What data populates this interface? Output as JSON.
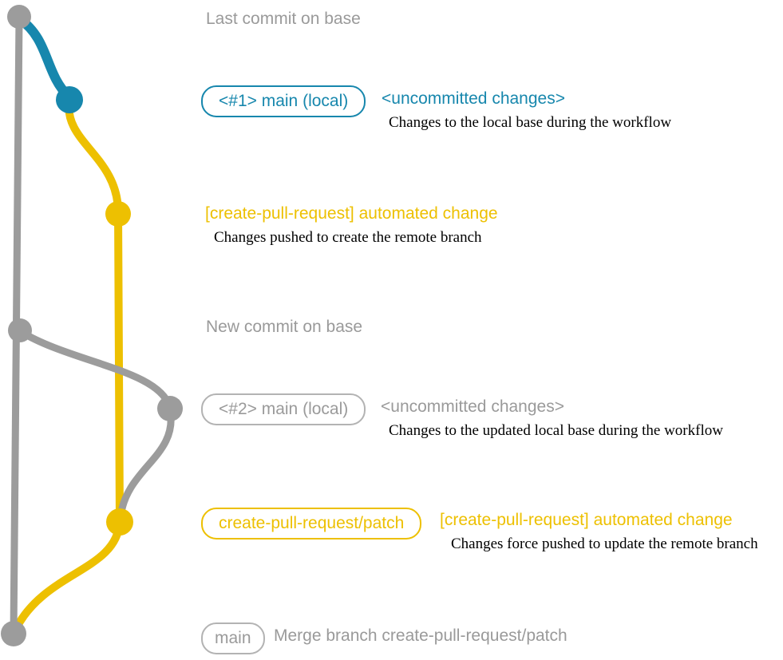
{
  "diagram": {
    "type": "git-graph",
    "branches": [
      {
        "name": "base",
        "color": "#9C9C9C"
      },
      {
        "name": "main (local)",
        "color": "#1787AD"
      },
      {
        "name": "create-pull-request/patch",
        "color": "#EDC001"
      }
    ],
    "commits": [
      {
        "id": "base-tip",
        "branch": "base",
        "label": "Last commit on base"
      },
      {
        "id": "local-1",
        "branch": "main (local)",
        "label": "<#1> main (local)",
        "status": "<uncommitted changes>"
      },
      {
        "id": "patch-1",
        "branch": "create-pull-request/patch",
        "label": "[create-pull-request] automated change"
      },
      {
        "id": "base-new",
        "branch": "base",
        "label": "New commit on base"
      },
      {
        "id": "local-2",
        "branch": "main (local)",
        "label": "<#2> main (local)",
        "status": "<uncommitted changes>"
      },
      {
        "id": "patch-2",
        "branch": "create-pull-request/patch",
        "label": "[create-pull-request] automated change"
      },
      {
        "id": "merge",
        "branch": "base",
        "label": "Merge branch create-pull-request/patch"
      }
    ]
  },
  "colors": {
    "gray_line": "#9C9C9C",
    "gray_text": "#9A9A9A",
    "gray_border": "#B3B3B3",
    "blue": "#1787AD",
    "yellow": "#EDC001",
    "description_text": "#000000"
  },
  "labels": {
    "last_commit": "Last commit on base",
    "branch1_box": "<#1> main (local)",
    "branch1_status": "<uncommitted changes>",
    "branch1_desc": "Changes to the local base during the workflow",
    "commit1_label": "[create-pull-request] automated change",
    "commit1_desc": "Changes pushed to create the remote branch",
    "new_commit": "New commit on base",
    "branch2_box": "<#2> main (local)",
    "branch2_status": "<uncommitted changes>",
    "branch2_desc": "Changes to the updated local base during the workflow",
    "patch_box": "create-pull-request/patch",
    "commit2_label": "[create-pull-request] automated change",
    "commit2_desc": "Changes force pushed to update the remote branch",
    "main_box": "main",
    "merge_label": "Merge branch create-pull-request/patch"
  }
}
